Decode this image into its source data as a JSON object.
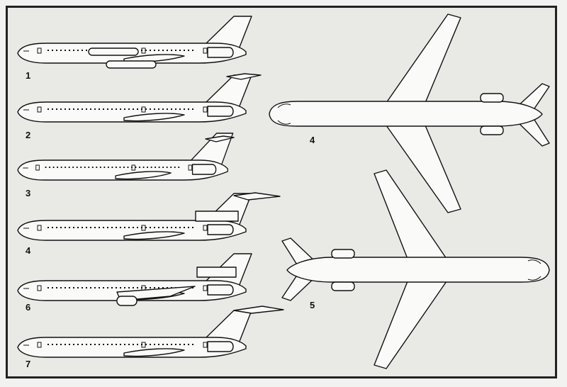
{
  "side_view_labels": [
    "1",
    "2",
    "3",
    "4",
    "6",
    "7"
  ],
  "top_view_labels": [
    "4",
    "5"
  ]
}
